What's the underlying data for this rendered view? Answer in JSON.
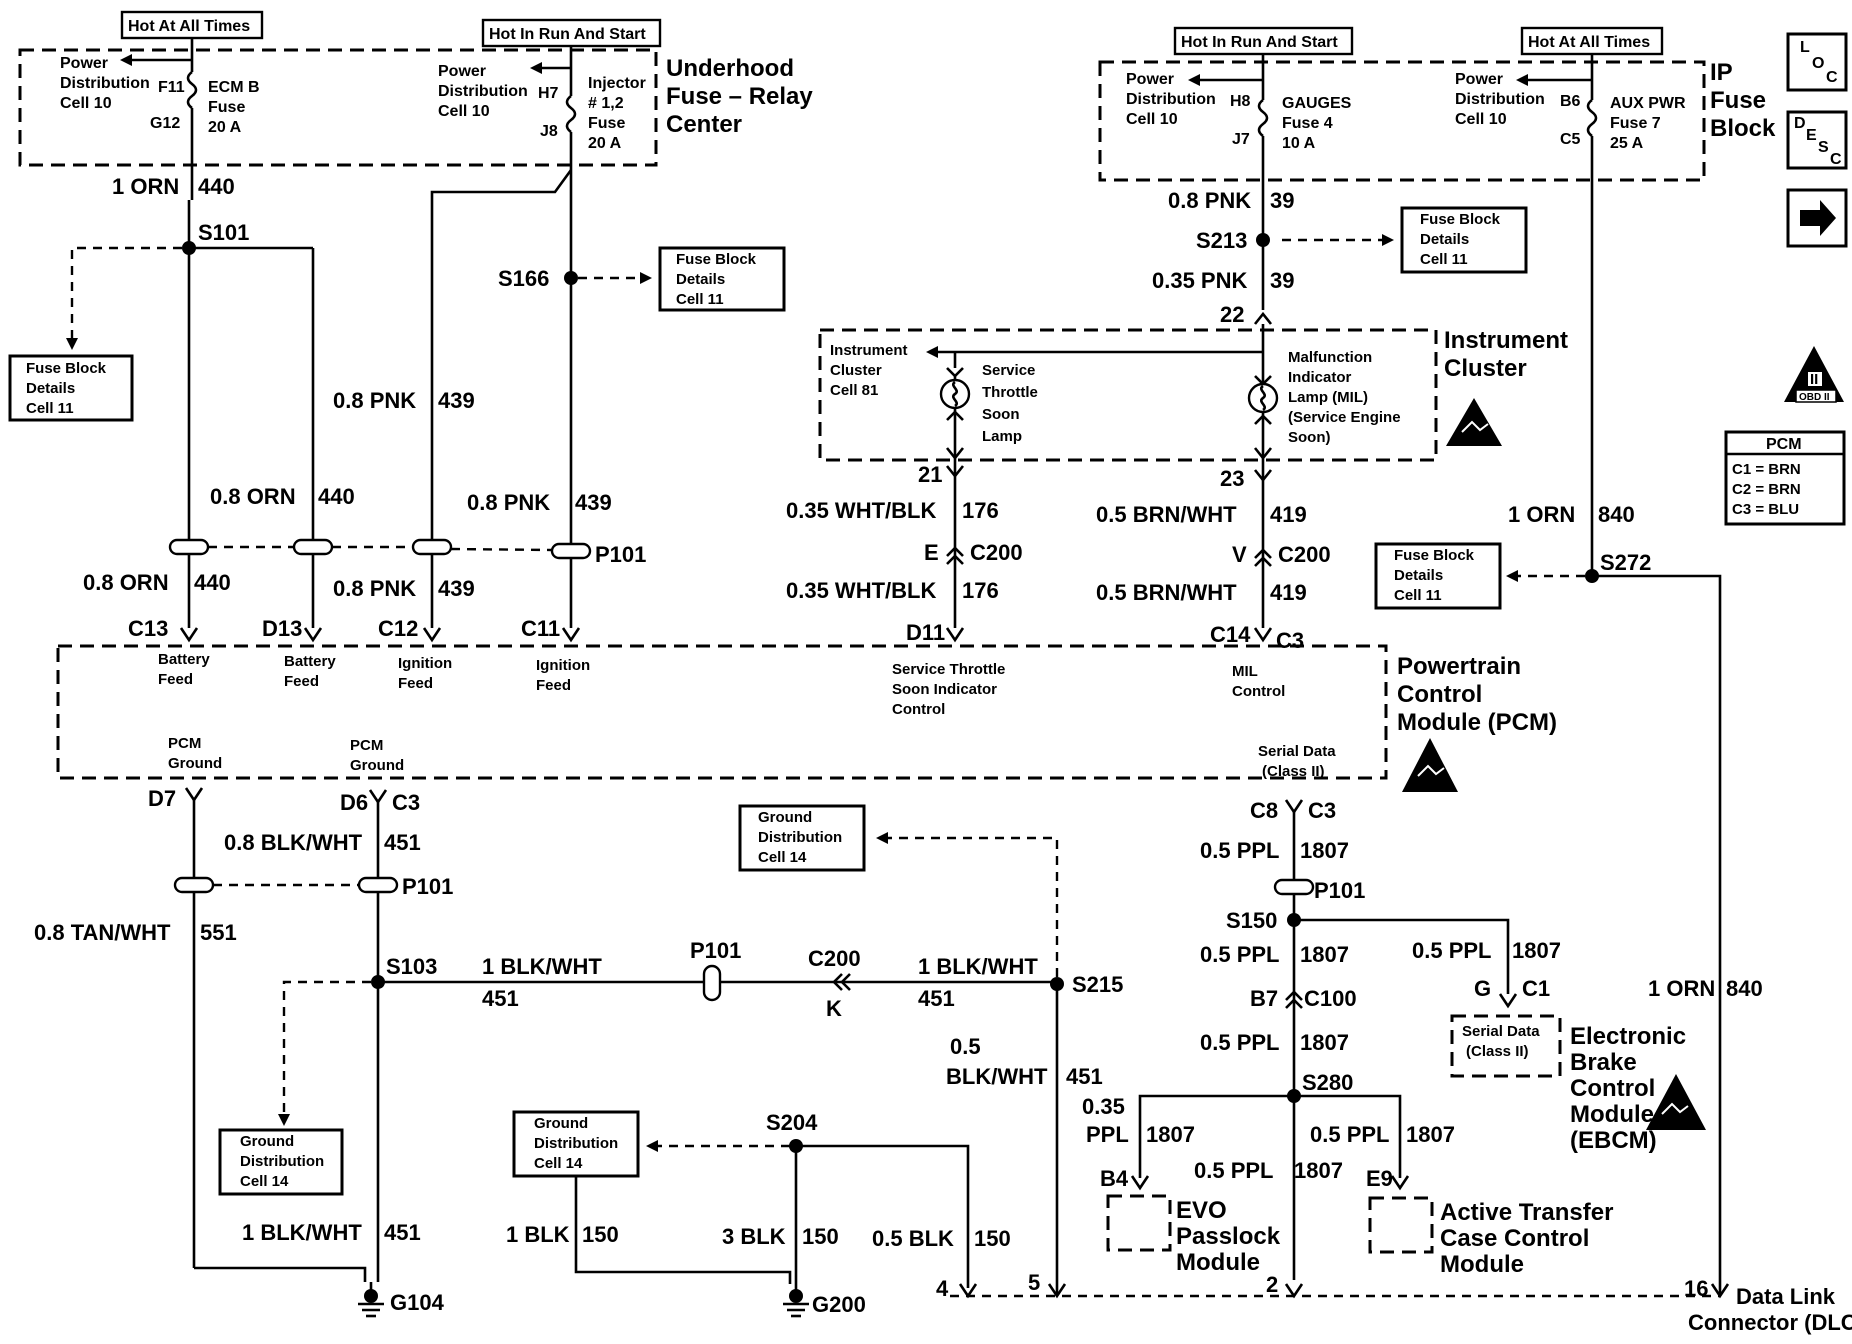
{
  "headers": {
    "hot_at_all_times_1": "Hot At All Times",
    "hot_in_run_start_1": "Hot In Run And Start",
    "hot_in_run_start_2": "Hot In Run And Start",
    "hot_at_all_times_2": "Hot At All Times"
  },
  "underhood": {
    "title": [
      "Underhood",
      "Fuse – Relay",
      "Center"
    ],
    "pwr1": [
      "Power",
      "Distribution",
      "Cell 10"
    ],
    "fuse1": [
      "ECM B",
      "Fuse",
      "20 A"
    ],
    "fuse1_pins": [
      "F11",
      "G12"
    ],
    "pwr2": [
      "Power",
      "Distribution",
      "Cell 10"
    ],
    "fuse2": [
      "Injector",
      "# 1,2",
      "Fuse",
      "20 A"
    ],
    "fuse2_pins": [
      "H7",
      "J8"
    ]
  },
  "ip_fuse": {
    "title": [
      "IP",
      "Fuse",
      "Block"
    ],
    "pwr1": [
      "Power",
      "Distribution",
      "Cell 10"
    ],
    "fuse1": [
      "GAUGES",
      "Fuse 4",
      "10 A"
    ],
    "fuse1_pins": [
      "H8",
      "J7"
    ],
    "pwr2": [
      "Power",
      "Distribution",
      "Cell 10"
    ],
    "fuse2": [
      "AUX PWR",
      "Fuse 7",
      "25 A"
    ],
    "fuse2_pins": [
      "B6",
      "C5"
    ]
  },
  "wires": {
    "w_1orn_440": [
      "1 ORN",
      "440"
    ],
    "w_08pnk_439_a": [
      "0.8 PNK",
      "439"
    ],
    "w_08orn_440_a": [
      "0.8 ORN",
      "440"
    ],
    "w_08pnk_439_b": [
      "0.8 PNK",
      "439"
    ],
    "w_08orn_440_b": [
      "0.8 ORN",
      "440"
    ],
    "w_08pnk_439_c": [
      "0.8 PNK",
      "439"
    ],
    "w_08pnk_39": [
      "0.8 PNK",
      "39"
    ],
    "w_035pnk_39": [
      "0.35 PNK",
      "39"
    ],
    "w_035whtblk_176_a": [
      "0.35 WHT/BLK",
      "176"
    ],
    "w_035whtblk_176_b": [
      "0.35 WHT/BLK",
      "176"
    ],
    "w_05brnwht_419_a": [
      "0.5 BRN/WHT",
      "419"
    ],
    "w_05brnwht_419_b": [
      "0.5 BRN/WHT",
      "419"
    ],
    "w_1orn_840_a": [
      "1 ORN",
      "840"
    ],
    "w_1orn_840_b": [
      "1 ORN",
      "840"
    ],
    "w_08blkwht_451": [
      "0.8 BLK/WHT",
      "451"
    ],
    "w_08tanwht_551": [
      "0.8 TAN/WHT",
      "551"
    ],
    "w_1blkwht_451_a": [
      "1 BLK/WHT",
      "451"
    ],
    "w_1blkwht_451_b": [
      "1 BLK/WHT",
      "451"
    ],
    "w_05blkwht_451": [
      "0.5",
      "BLK/WHT",
      "451"
    ],
    "w_1blkwht_451_c": [
      "1 BLK/WHT",
      "451"
    ],
    "w_1blk_150": [
      "1 BLK",
      "150"
    ],
    "w_3blk_150": [
      "3 BLK",
      "150"
    ],
    "w_05blk_150": [
      "0.5 BLK",
      "150"
    ],
    "w_05ppl_1807_a": [
      "0.5 PPL",
      "1807"
    ],
    "w_05ppl_1807_b": [
      "0.5 PPL",
      "1807"
    ],
    "w_05ppl_1807_c": [
      "0.5 PPL",
      "1807"
    ],
    "w_05ppl_1807_d": [
      "0.5 PPL",
      "1807"
    ],
    "w_035ppl_1807": [
      "0.35",
      "PPL",
      "1807"
    ],
    "w_05ppl_1807_e": [
      "0.5 PPL",
      "1807"
    ],
    "w_05ppl_1807_f": [
      "0.5 PPL",
      "1807"
    ]
  },
  "splices": {
    "s101": "S101",
    "s166": "S166",
    "s213": "S213",
    "s272": "S272",
    "s103": "S103",
    "s215": "S215",
    "s150": "S150",
    "s280": "S280",
    "s204": "S204"
  },
  "connectors": {
    "p101_a": "P101",
    "p101_b": "P101",
    "p101_c": "P101",
    "p101_d": "P101",
    "c200_a": "C200",
    "c200_a_pin": "E",
    "c200_b": "C200",
    "c200_b_pin": "V",
    "c200_c": "C200",
    "c200_c_pin": "K",
    "c100": "C100",
    "c100_pin": "B7",
    "pin22": "22",
    "pin21": "21",
    "pin23": "23",
    "c13": "C13",
    "d13": "D13",
    "c12": "C12",
    "c11": "C11",
    "d11": "D11",
    "c14": "C14",
    "c3_a": "C3",
    "d7": "D7",
    "d6": "D6",
    "c3_b": "C3",
    "c8": "C8",
    "c3_c": "C3",
    "g_pin": "G",
    "c1_pin": "C1",
    "b4": "B4",
    "e9": "E9",
    "dlc_pins": [
      "4",
      "5",
      "2",
      "16"
    ]
  },
  "crossrefs": {
    "fb1": [
      "Fuse Block",
      "Details",
      "Cell 11"
    ],
    "fb2": [
      "Fuse Block",
      "Details",
      "Cell 11"
    ],
    "fb3": [
      "Fuse Block",
      "Details",
      "Cell 11"
    ],
    "fb4": [
      "Fuse Block",
      "Details",
      "Cell 11"
    ],
    "gd1": [
      "Ground",
      "Distribution",
      "Cell 14"
    ],
    "gd2": [
      "Ground",
      "Distribution",
      "Cell 14"
    ],
    "gd3": [
      "Ground",
      "Distribution",
      "Cell 14"
    ]
  },
  "cluster": {
    "title": [
      "Instrument",
      "Cluster"
    ],
    "ref": [
      "Instrument",
      "Cluster",
      "Cell 81"
    ],
    "lamp1": [
      "Service",
      "Throttle",
      "Soon",
      "Lamp"
    ],
    "lamp2": [
      "Malfunction",
      "Indicator",
      "Lamp (MIL)",
      "(Service Engine",
      "Soon)"
    ]
  },
  "pcm": {
    "title": [
      "Powertrain",
      "Control",
      "Module (PCM)"
    ],
    "inputs": {
      "batt1": [
        "Battery",
        "Feed"
      ],
      "batt2": [
        "Battery",
        "Feed"
      ],
      "ign1": [
        "Ignition",
        "Feed"
      ],
      "ign2": [
        "Ignition",
        "Feed"
      ],
      "stsic": [
        "Service Throttle",
        "Soon Indicator",
        "Control"
      ],
      "mil": [
        "MIL",
        "Control"
      ],
      "serial": [
        "Serial Data",
        "(Class II)"
      ],
      "gnd1": [
        "PCM",
        "Ground"
      ],
      "gnd2": [
        "PCM",
        "Ground"
      ]
    },
    "legend_title": "PCM",
    "legend": [
      "C1 = BRN",
      "C2 = BRN",
      "C3 = BLU"
    ]
  },
  "ebcm": {
    "title": [
      "Electronic",
      "Brake",
      "Control",
      "Module",
      "(EBCM)"
    ],
    "serial": [
      "Serial Data",
      "(Class II)"
    ]
  },
  "evo": [
    "EVO",
    "Passlock",
    "Module"
  ],
  "atc": [
    "Active Transfer",
    "Case Control",
    "Module"
  ],
  "grounds": {
    "g104": "G104",
    "g200": "G200"
  },
  "dlc": [
    "Data Link",
    "Connector (DLC)"
  ],
  "nav": {
    "loc": [
      "L",
      "O",
      "C"
    ],
    "desc": [
      "D",
      "E",
      "S",
      "C"
    ],
    "obd": "OBD II",
    "obd_num": "II"
  }
}
